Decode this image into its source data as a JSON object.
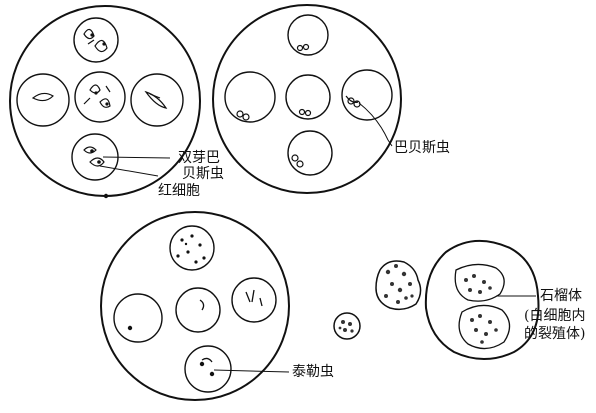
{
  "labels": {
    "babesia_bigemina_line1": "双芽巴",
    "babesia_bigemina_line2": "贝斯虫",
    "red_blood_cell": "红细胞",
    "babesia_bovis": "巴贝斯虫",
    "theileria": "泰勒虫",
    "koch_body": "石榴体",
    "koch_body_note_line1": "(白细胞内",
    "koch_body_note_line2": "的裂殖体)"
  },
  "colors": {
    "ink": "#111111",
    "paper": "#ffffff",
    "stipple": "#333333"
  }
}
